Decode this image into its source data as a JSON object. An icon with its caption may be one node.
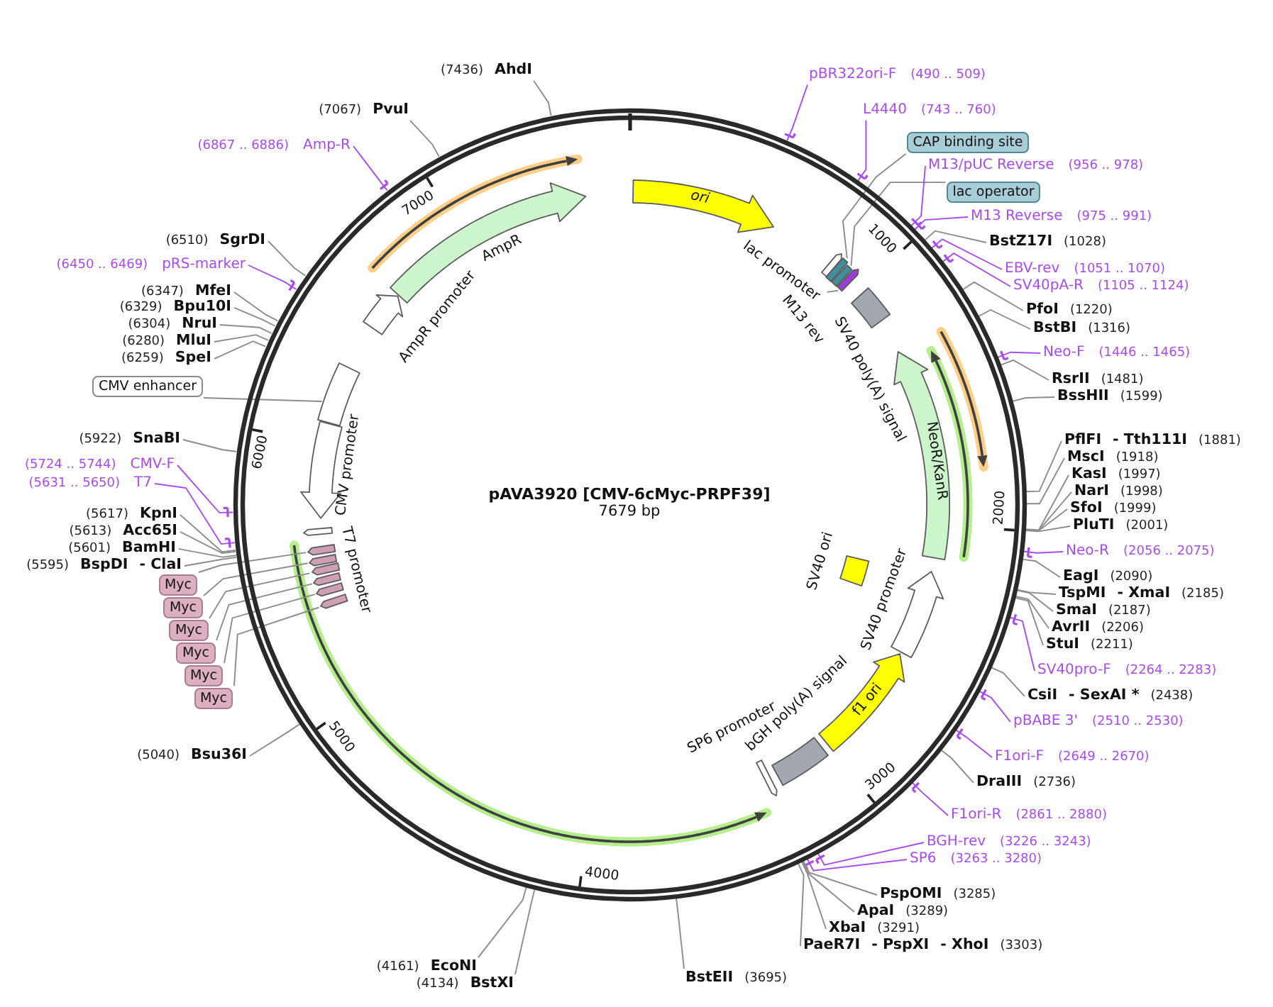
{
  "diagram": {
    "nodes": [
      {
        "text": [
          "pAVA3920 [CMV-6cMyc-PRPF39]",
          "7679 bp"
        ]
      },
      {
        "text": [
          "ori"
        ],
        "in": 0
      },
      {
        "text": [
          "lac promoter"
        ],
        "in": 0
      },
      {
        "text": [],
        "shape": "box",
        "in": 0
      },
      {
        "text": [],
        "shape": "box",
        "in": 0
      },
      {
        "text": [],
        "shape": "arrow",
        "in": 0
      },
      {
        "text": [
          "M13 rev"
        ],
        "in": 0
      },
      {
        "text": [
          "SV40 poly(A) signal"
        ],
        "in": 0
      },
      {
        "text": [
          "NeoR/KanR"
        ],
        "in": 0
      },
      {
        "text": [
          "SV40 ori"
        ],
        "in": 0
      },
      {
        "text": [
          "SV40 promoter"
        ],
        "in": 0
      },
      {
        "text": [
          "f1 ori"
        ],
        "in": 0
      },
      {
        "text": [
          "bGH poly(A) signal"
        ],
        "in": 0
      },
      {
        "text": [
          "SP6 promoter"
        ],
        "in": 0
      },
      {
        "text": [],
        "shape": "arrow",
        "in": 0
      },
      {
        "text": [],
        "shape": "arrow",
        "in": 0
      },
      {
        "text": [],
        "shape": "arrow",
        "in": 0
      },
      {
        "text": [],
        "shape": "arrow",
        "in": 0
      },
      {
        "text": [],
        "shape": "arrow",
        "in": 0
      },
      {
        "text": [],
        "shape": "arrow",
        "in": 0
      },
      {
        "text": [
          "T7 promoter"
        ],
        "in": 0
      },
      {
        "text": [
          "CMV promoter"
        ],
        "in": 0
      },
      {
        "text": [],
        "shape": "box",
        "in": 0
      },
      {
        "text": [
          "AmpR promoter"
        ],
        "in": 0
      },
      {
        "text": [
          "AmpR"
        ],
        "in": 0
      },
      {
        "text": [
          "CAP binding site"
        ]
      },
      {
        "text": [
          "lac operator"
        ]
      },
      {
        "text": [
          "CMV enhancer"
        ]
      },
      {
        "text": [
          "Myc"
        ]
      },
      {
        "text": [
          "Myc"
        ]
      },
      {
        "text": [
          "Myc"
        ]
      },
      {
        "text": [
          "Myc"
        ]
      },
      {
        "text": [
          "Myc"
        ]
      },
      {
        "text": [
          "Myc"
        ]
      },
      {
        "text": [
          "pBR322ori-F"
        ],
        "beside": [
          "(490 .. 509)"
        ]
      },
      {
        "text": [
          "L4440"
        ],
        "beside": [
          "(743 .. 760)"
        ]
      },
      {
        "text": [
          "M13/pUC Reverse"
        ],
        "beside": [
          "(956 .. 978)"
        ]
      },
      {
        "text": [
          "M13 Reverse"
        ],
        "beside": [
          "(975 .. 991)"
        ]
      },
      {
        "text": [
          "BstZ17I"
        ],
        "beside": [
          "(1028)"
        ]
      },
      {
        "text": [
          "EBV-rev"
        ],
        "beside": [
          "(1051 .. 1070)"
        ]
      },
      {
        "text": [
          "SV40pA-R"
        ],
        "beside": [
          "(1105 .. 1124)"
        ]
      },
      {
        "text": [
          "PfoI"
        ],
        "beside": [
          "(1220)"
        ]
      },
      {
        "text": [
          "BstBI"
        ],
        "beside": [
          "(1316)"
        ]
      },
      {
        "text": [
          "Neo-F"
        ],
        "beside": [
          "(1446 .. 1465)"
        ]
      },
      {
        "text": [
          "RsrII"
        ],
        "beside": [
          "(1481)"
        ]
      },
      {
        "text": [
          "BssHII"
        ],
        "beside": [
          "(1599)"
        ]
      },
      {
        "text": [
          "PflFI",
          "- Tth111I"
        ],
        "beside": [
          "(1881)"
        ]
      },
      {
        "text": [
          "MscI"
        ],
        "beside": [
          "(1918)"
        ]
      },
      {
        "text": [
          "KasI"
        ],
        "beside": [
          "(1997)"
        ]
      },
      {
        "text": [
          "NarI"
        ],
        "beside": [
          "(1998)"
        ]
      },
      {
        "text": [
          "SfoI"
        ],
        "beside": [
          "(1999)"
        ]
      },
      {
        "text": [
          "PluTI"
        ],
        "beside": [
          "(2001)"
        ]
      },
      {
        "text": [
          "Neo-R"
        ],
        "beside": [
          "(2056 .. 2075)"
        ]
      },
      {
        "text": [
          "EagI"
        ],
        "beside": [
          "(2090)"
        ]
      },
      {
        "text": [
          "TspMI",
          "- XmaI"
        ],
        "beside": [
          "(2185)"
        ]
      },
      {
        "text": [
          "SmaI"
        ],
        "beside": [
          "(2187)"
        ]
      },
      {
        "text": [
          "AvrII"
        ],
        "beside": [
          "(2206)"
        ]
      },
      {
        "text": [
          "StuI"
        ],
        "beside": [
          "(2211)"
        ]
      },
      {
        "text": [
          "SV40pro-F"
        ],
        "beside": [
          "(2264 .. 2283)"
        ]
      },
      {
        "text": [
          "CsiI",
          "- SexAI *"
        ],
        "beside": [
          "(2438)"
        ]
      },
      {
        "text": [
          "pBABE 3'"
        ],
        "beside": [
          "(2510 .. 2530)"
        ]
      },
      {
        "text": [
          "F1ori-F"
        ],
        "beside": [
          "(2649 .. 2670)"
        ]
      },
      {
        "text": [
          "DraIII"
        ],
        "beside": [
          "(2736)"
        ]
      },
      {
        "text": [
          "F1ori-R"
        ],
        "beside": [
          "(2861 .. 2880)"
        ]
      },
      {
        "text": [
          "BGH-rev"
        ],
        "beside": [
          "(3226 .. 3243)"
        ]
      },
      {
        "text": [
          "SP6"
        ],
        "beside": [
          "(3263 .. 3280)"
        ]
      },
      {
        "text": [
          "PspOMI"
        ],
        "beside": [
          "(3285)"
        ]
      },
      {
        "text": [
          "ApaI"
        ],
        "beside": [
          "(3289)"
        ]
      },
      {
        "text": [
          "XbaI"
        ],
        "beside": [
          "(3291)"
        ]
      },
      {
        "text": [
          "PaeR7I",
          "- PspXI",
          "- XhoI"
        ],
        "beside": [
          "(3303)"
        ]
      },
      {
        "text": [
          "BstEII"
        ],
        "beside": [
          "(3695)"
        ]
      },
      {
        "text": [
          "BstXI"
        ],
        "beside": [
          "(4134)"
        ]
      },
      {
        "text": [
          "EcoNI"
        ],
        "beside": [
          "(4161)"
        ]
      },
      {
        "text": [
          "Bsu36I"
        ],
        "beside": [
          "(5040)"
        ]
      },
      {
        "text": [
          "BspDI",
          "- ClaI"
        ],
        "beside": [
          "(5595)"
        ]
      },
      {
        "text": [
          "BamHI"
        ],
        "beside": [
          "(5601)"
        ]
      },
      {
        "text": [
          "Acc65I"
        ],
        "beside": [
          "(5613)"
        ]
      },
      {
        "text": [
          "KpnI"
        ],
        "beside": [
          "(5617)"
        ]
      },
      {
        "text": [
          "T7"
        ],
        "beside": [
          "(5631 .. 5650)"
        ]
      },
      {
        "text": [
          "CMV-F"
        ],
        "beside": [
          "(5724 .. 5744)"
        ]
      },
      {
        "text": [
          "SnaBI"
        ],
        "beside": [
          "(5922)"
        ]
      },
      {
        "text": [
          "SpeI"
        ],
        "beside": [
          "(6259)"
        ]
      },
      {
        "text": [
          "MluI"
        ],
        "beside": [
          "(6280)"
        ]
      },
      {
        "text": [
          "NruI"
        ],
        "beside": [
          "(6304)"
        ]
      },
      {
        "text": [
          "Bpu10I"
        ],
        "beside": [
          "(6329)"
        ]
      },
      {
        "text": [
          "MfeI"
        ],
        "beside": [
          "(6347)"
        ]
      },
      {
        "text": [
          "pRS-marker"
        ],
        "beside": [
          "(6450 .. 6469)"
        ]
      },
      {
        "text": [
          "SgrDI"
        ],
        "beside": [
          "(6510)"
        ]
      },
      {
        "text": [
          "Amp-R"
        ],
        "beside": [
          "(6867 .. 6886)"
        ]
      },
      {
        "text": [
          "PvuI"
        ],
        "beside": [
          "(7067)"
        ]
      },
      {
        "text": [
          "AhdI"
        ],
        "beside": [
          "(7436)"
        ]
      }
    ],
    "edges": [
      {
        "from": 25,
        "to": 3,
        "arrow": "none"
      },
      {
        "from": 26,
        "to": 4,
        "arrow": "none"
      },
      {
        "from": 6,
        "to": 5,
        "arrow": "none"
      },
      {
        "from": 27,
        "to": 22,
        "arrow": "none"
      },
      {
        "from": 28,
        "to": 14,
        "arrow": "none"
      },
      {
        "from": 29,
        "to": 15,
        "arrow": "none"
      },
      {
        "from": 30,
        "to": 16,
        "arrow": "none"
      },
      {
        "from": 31,
        "to": 17,
        "arrow": "none"
      },
      {
        "from": 32,
        "to": 18,
        "arrow": "none"
      },
      {
        "from": 33,
        "to": 19,
        "arrow": "none"
      },
      {
        "from": 34,
        "to": 0,
        "arrow": "other",
        "color": "#a84ded"
      },
      {
        "from": 35,
        "to": 0,
        "arrow": "other",
        "color": "#a84ded"
      },
      {
        "from": 36,
        "to": 0,
        "arrow": "other",
        "color": "#a84ded"
      },
      {
        "from": 37,
        "to": 0,
        "arrow": "other",
        "color": "#a84ded"
      },
      {
        "from": 38,
        "to": 0,
        "arrow": "none"
      },
      {
        "from": 39,
        "to": 0,
        "arrow": "other",
        "color": "#a84ded"
      },
      {
        "from": 40,
        "to": 0,
        "arrow": "other",
        "color": "#a84ded"
      },
      {
        "from": 41,
        "to": 0,
        "arrow": "none"
      },
      {
        "from": 42,
        "to": 0,
        "arrow": "none"
      },
      {
        "from": 43,
        "to": 0,
        "arrow": "other",
        "color": "#a84ded"
      },
      {
        "from": 44,
        "to": 0,
        "arrow": "none"
      },
      {
        "from": 45,
        "to": 0,
        "arrow": "none"
      },
      {
        "from": 46,
        "to": 0,
        "arrow": "none"
      },
      {
        "from": 47,
        "to": 0,
        "arrow": "none"
      },
      {
        "from": 48,
        "to": 0,
        "arrow": "none"
      },
      {
        "from": 49,
        "to": 0,
        "arrow": "none"
      },
      {
        "from": 50,
        "to": 0,
        "arrow": "none"
      },
      {
        "from": 51,
        "to": 0,
        "arrow": "none"
      },
      {
        "from": 52,
        "to": 0,
        "arrow": "other",
        "color": "#a84ded"
      },
      {
        "from": 53,
        "to": 0,
        "arrow": "none"
      },
      {
        "from": 54,
        "to": 0,
        "arrow": "none"
      },
      {
        "from": 55,
        "to": 0,
        "arrow": "none"
      },
      {
        "from": 56,
        "to": 0,
        "arrow": "none"
      },
      {
        "from": 57,
        "to": 0,
        "arrow": "none"
      },
      {
        "from": 58,
        "to": 0,
        "arrow": "other",
        "color": "#a84ded"
      },
      {
        "from": 59,
        "to": 0,
        "arrow": "none"
      },
      {
        "from": 60,
        "to": 0,
        "arrow": "other",
        "color": "#a84ded"
      },
      {
        "from": 61,
        "to": 0,
        "arrow": "other",
        "color": "#a84ded"
      },
      {
        "from": 62,
        "to": 0,
        "arrow": "none"
      },
      {
        "from": 63,
        "to": 0,
        "arrow": "other",
        "color": "#a84ded"
      },
      {
        "from": 64,
        "to": 0,
        "arrow": "other",
        "color": "#a84ded"
      },
      {
        "from": 65,
        "to": 0,
        "arrow": "other",
        "color": "#a84ded"
      },
      {
        "from": 66,
        "to": 0,
        "arrow": "none"
      },
      {
        "from": 67,
        "to": 0,
        "arrow": "none"
      },
      {
        "from": 68,
        "to": 0,
        "arrow": "none"
      },
      {
        "from": 69,
        "to": 0,
        "arrow": "none"
      },
      {
        "from": 70,
        "to": 0,
        "arrow": "none"
      },
      {
        "from": 71,
        "to": 0,
        "arrow": "none"
      },
      {
        "from": 72,
        "to": 0,
        "arrow": "none"
      },
      {
        "from": 73,
        "to": 0,
        "arrow": "none"
      },
      {
        "from": 74,
        "to": 0,
        "arrow": "none"
      },
      {
        "from": 75,
        "to": 0,
        "arrow": "none"
      },
      {
        "from": 76,
        "to": 0,
        "arrow": "none"
      },
      {
        "from": 77,
        "to": 0,
        "arrow": "none"
      },
      {
        "from": 78,
        "to": 0,
        "arrow": "other",
        "color": "#a84ded"
      },
      {
        "from": 79,
        "to": 0,
        "arrow": "other",
        "color": "#a84ded"
      },
      {
        "from": 80,
        "to": 0,
        "arrow": "none"
      },
      {
        "from": 81,
        "to": 0,
        "arrow": "none"
      },
      {
        "from": 82,
        "to": 0,
        "arrow": "none"
      },
      {
        "from": 83,
        "to": 0,
        "arrow": "none"
      },
      {
        "from": 84,
        "to": 0,
        "arrow": "none"
      },
      {
        "from": 85,
        "to": 0,
        "arrow": "none"
      },
      {
        "from": 86,
        "to": 0,
        "arrow": "other",
        "color": "#a84ded"
      },
      {
        "from": 87,
        "to": 0,
        "arrow": "none"
      },
      {
        "from": 88,
        "to": 0,
        "arrow": "other",
        "color": "#a84ded"
      },
      {
        "from": 89,
        "to": 0,
        "arrow": "none"
      },
      {
        "from": 90,
        "to": 0,
        "arrow": "none"
      }
    ],
    "labels": [
      "1000",
      "2000",
      "3000",
      "4000",
      "5000",
      "6000",
      "7000"
    ]
  }
}
